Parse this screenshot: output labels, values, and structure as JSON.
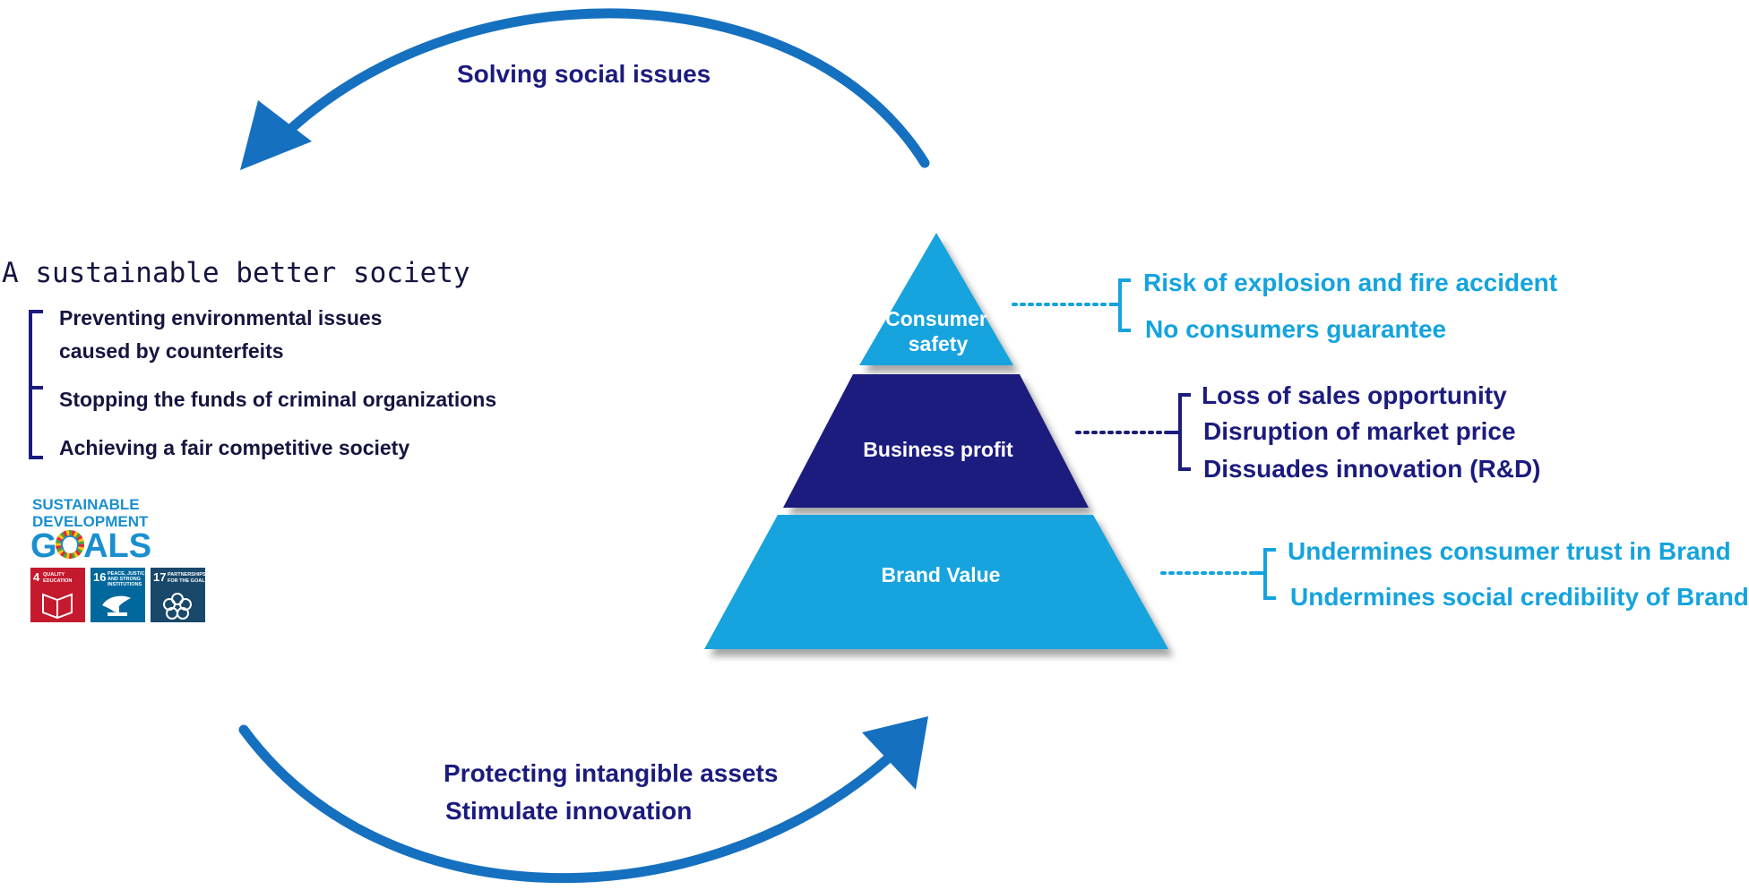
{
  "colors": {
    "navy": "#1b1b7e",
    "cyan": "#14a3de",
    "arrow": "#1570c0"
  },
  "cycle": {
    "top_label": "Solving social issues",
    "bottom_label_1": "Protecting intangible assets",
    "bottom_label_2": "Stimulate innovation"
  },
  "society": {
    "heading": "A sustainable better society",
    "items": [
      "Preventing environmental issues",
      "caused by counterfeits",
      "Stopping the funds of criminal organizations",
      "Achieving a fair competitive society"
    ]
  },
  "sdg": {
    "line1": "SUSTAINABLE",
    "line2": "DEVELOPMENT",
    "goals_word": "GOALS",
    "tiles": [
      {
        "number": "4",
        "text_1": "QUALITY",
        "text_2": "EDUCATION",
        "color": "#c5192d",
        "icon": "book-icon"
      },
      {
        "number": "16",
        "text_1": "PEACE, JUSTICE",
        "text_2": "AND STRONG",
        "text_3": "INSTITUTIONS",
        "color": "#00689d",
        "icon": "dove-icon"
      },
      {
        "number": "17",
        "text_1": "PARTNERSHIPS",
        "text_2": "FOR THE GOALS",
        "color": "#19486a",
        "icon": "rings-icon"
      }
    ]
  },
  "pyramid": {
    "top": {
      "label_1": "Consumer",
      "label_2": "safety",
      "color": "#14a3de"
    },
    "middle": {
      "label": "Business profit",
      "color": "#1b1b7e"
    },
    "bottom": {
      "label": "Brand Value",
      "color": "#14a3de"
    }
  },
  "risks": {
    "consumer_safety": [
      "Risk of explosion and fire accident",
      "No consumers guarantee"
    ],
    "business_profit": [
      "Loss of sales opportunity",
      "Disruption of market price",
      "Dissuades innovation (R&D)"
    ],
    "brand_value": [
      "Undermines consumer trust in Brand",
      "Undermines social credibility of Brand"
    ]
  }
}
